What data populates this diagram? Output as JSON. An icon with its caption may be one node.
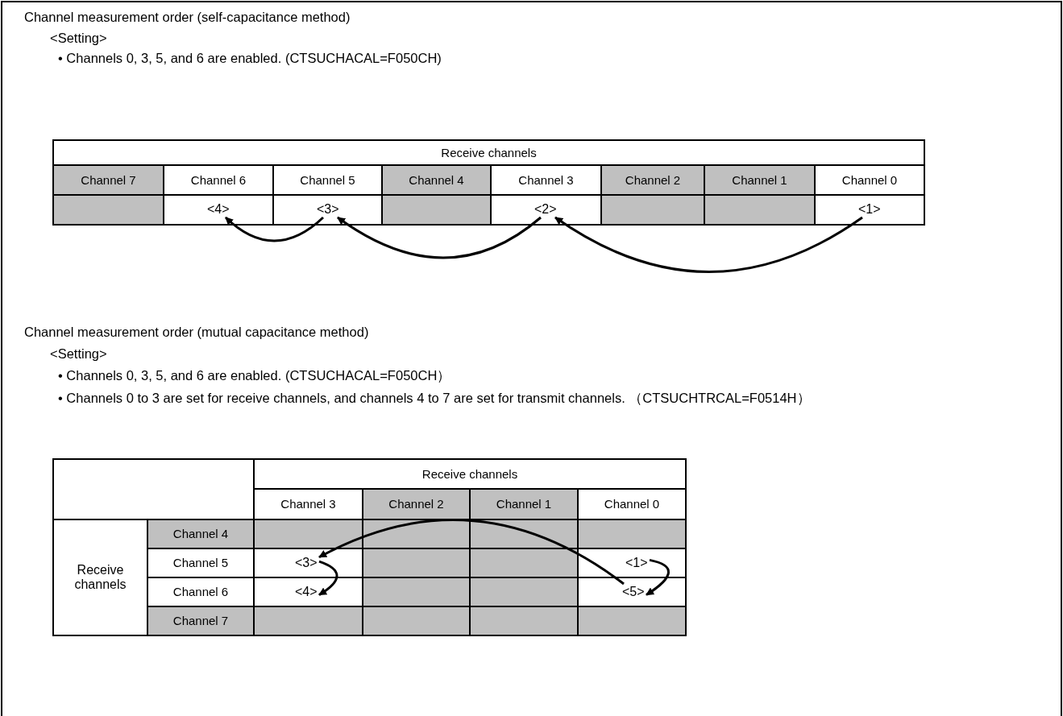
{
  "diagram": {
    "nodes": [
      {
        "text": [
          "<4>"
        ]
      },
      {
        "text": [
          "<3>"
        ]
      },
      {
        "text": [
          "<2>"
        ]
      },
      {
        "text": [
          "<1>"
        ]
      },
      {
        "text": [
          "<3>"
        ]
      },
      {
        "text": [
          "<1>"
        ]
      },
      {
        "text": [
          "<4>"
        ]
      },
      {
        "text": [
          "<5>"
        ]
      }
    ],
    "edges": [
      {
        "from": 3,
        "to": 2,
        "arrow": "to"
      },
      {
        "from": 2,
        "to": 1,
        "arrow": "to"
      },
      {
        "from": 1,
        "to": 0,
        "arrow": "to"
      },
      {
        "from": 5,
        "to": 7,
        "arrow": "to"
      },
      {
        "from": 7,
        "to": 4,
        "arrow": "to"
      },
      {
        "from": 4,
        "to": 6,
        "arrow": "to"
      }
    ],
    "labels": [
      "Channel measurement order (self-capacitance method)",
      "<Setting>",
      "• Channels 0, 3, 5, and 6 are enabled. (CTSUCHACAL=F050CH)",
      "Receive channels",
      "Channel 7",
      "Channel 6",
      "Channel 5",
      "Channel 4",
      "Channel 3",
      "Channel 2",
      "Channel 1",
      "Channel 0",
      "Channel measurement order (mutual capacitance method)",
      "<Setting>",
      "• Channels 0, 3, 5, and 6 are enabled. (CTSUCHACAL=F050CH）",
      "• Channels 0 to 3 are set for receive channels, and channels 4 to 7 are set for transmit channels. （CTSUCHTRCAL=F0514H）",
      "Receive channels",
      "Channel 3",
      "Channel 2",
      "Channel 1",
      "Channel 0",
      "Receive channels",
      "Channel 4",
      "Channel 5",
      "Channel 6",
      "Channel 7"
    ]
  }
}
